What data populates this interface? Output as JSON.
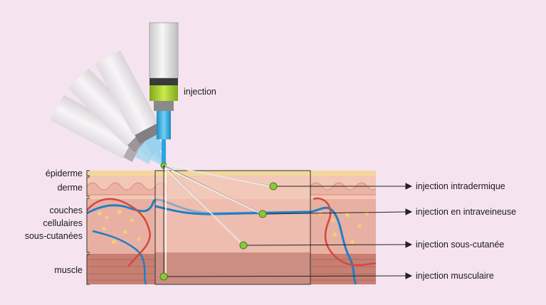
{
  "labels": {
    "injection": "injection",
    "epiderme": "épiderme",
    "derme": "derme",
    "couches_1": "couches",
    "couches_2": "cellulaires",
    "couches_3": "sous-cutanées",
    "muscle": "muscle"
  },
  "injections": [
    {
      "id": "intradermique",
      "label": "injection intradermique"
    },
    {
      "id": "intraveineuse",
      "label": "injection en intraveineuse"
    },
    {
      "id": "sous-cutanee",
      "label": "injection sous-cutanée"
    },
    {
      "id": "musculaire",
      "label": "injection musculaire"
    }
  ],
  "colors": {
    "background": "#f5e4ef",
    "epidermis": "#f3d79a",
    "dermis": "#f2c7b3",
    "subcutaneous": "#e8b0a2",
    "muscle": "#c77f72",
    "vein": "#1f7fc7",
    "artery": "#d4483f",
    "marker": "#8dc63f",
    "syringe_band": "#a6d23a",
    "needle": "#29a6e0"
  }
}
